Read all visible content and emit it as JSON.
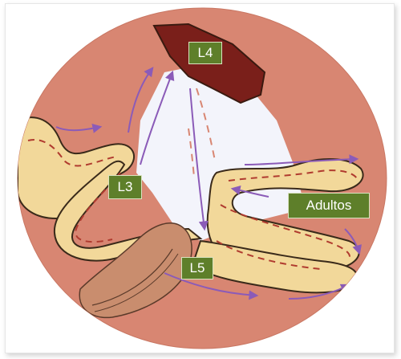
{
  "labels": {
    "l4": "L4",
    "l3": "L3",
    "l5": "L5",
    "adultos": "Adultos"
  },
  "colors": {
    "background_circle": "#d88672",
    "tissue_fill": "#f2d89a",
    "tissue_outline": "#3a2a1a",
    "stripe": "#b03b2f",
    "flow_arrow": "#8b5bb8",
    "lumen": "#f3f4fb",
    "dark_tissue": "#7a1f1a",
    "label_bg": "#5e7f2a"
  }
}
